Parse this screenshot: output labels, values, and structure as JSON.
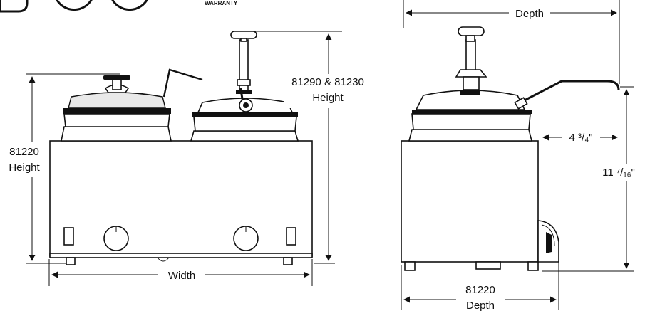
{
  "badge": {
    "warranty_text": "WARRANTY"
  },
  "front_view": {
    "height_label_1": "81220",
    "height_label_2": "Height",
    "pump_height_label_1": "81290 & 81230",
    "pump_height_label_2": "Height",
    "width_label": "Width"
  },
  "side_view": {
    "depth_label": "Depth",
    "offset_label": "4 ³/₄\"",
    "height_dim_label": "11 ⁷/₁₆\"",
    "bottom_depth_label_1": "81220",
    "bottom_depth_label_2": "Depth"
  },
  "colors": {
    "line": "#111111",
    "background": "#ffffff"
  }
}
